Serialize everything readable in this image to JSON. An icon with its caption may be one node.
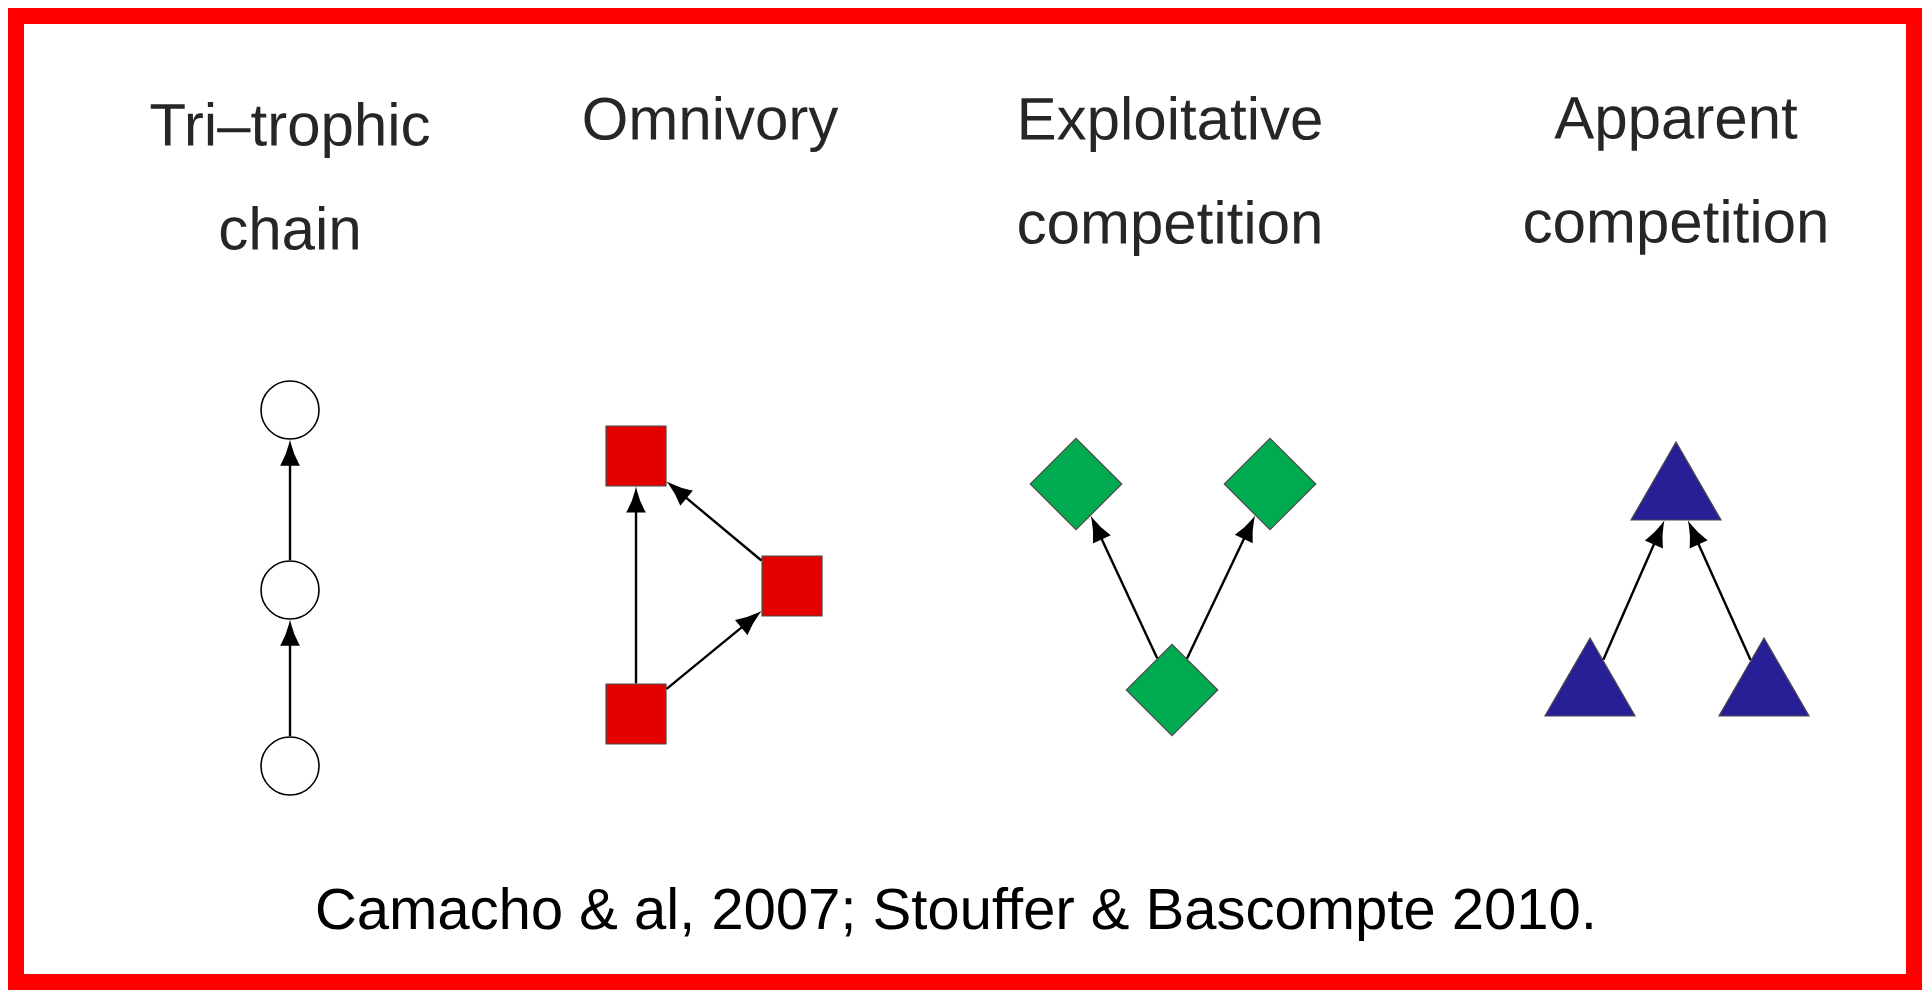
{
  "diagram": {
    "caption": "Camacho & al, 2007; Stouffer & Bascompte 2010.",
    "nodes": [
      {
        "text": [],
        "shape": "circle"
      },
      {
        "text": [],
        "shape": "circle"
      },
      {
        "text": [],
        "shape": "circle"
      },
      {
        "text": [],
        "shape": "box"
      },
      {
        "text": [],
        "shape": "box"
      },
      {
        "text": [],
        "shape": "box"
      },
      {
        "text": [],
        "shape": "diamond"
      },
      {
        "text": [],
        "shape": "diamond"
      },
      {
        "text": [],
        "shape": "diamond"
      },
      {
        "text": [],
        "shape": "triangle"
      },
      {
        "text": [],
        "shape": "triangle"
      },
      {
        "text": [],
        "shape": "triangle"
      }
    ],
    "edges": [
      {
        "from": 2,
        "to": 1,
        "arrow": "to"
      },
      {
        "from": 1,
        "to": 0,
        "arrow": "to"
      },
      {
        "from": 5,
        "to": 3,
        "arrow": "to"
      },
      {
        "from": 5,
        "to": 4,
        "arrow": "to"
      },
      {
        "from": 4,
        "to": 3,
        "arrow": "to"
      },
      {
        "from": 8,
        "to": 6,
        "arrow": "to"
      },
      {
        "from": 8,
        "to": 7,
        "arrow": "to"
      },
      {
        "from": 10,
        "to": 9,
        "arrow": "to"
      },
      {
        "from": 11,
        "to": 9,
        "arrow": "to"
      }
    ],
    "labels": [
      "Tri–trophic chain",
      "Omnivory",
      "Exploitative competition",
      "Apparent competition"
    ]
  }
}
